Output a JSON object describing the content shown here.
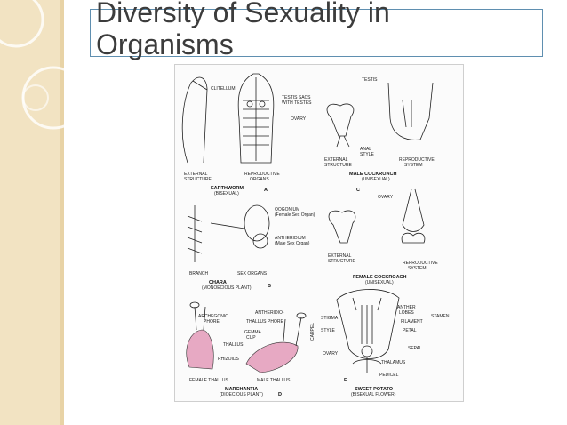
{
  "slide": {
    "title_line1": "Diversity of Sexuality in",
    "title_line2": "Organisms"
  },
  "colors": {
    "sidebar": "#f2e3c2",
    "title_border": "#5f8fb0",
    "title_text": "#3c3c3c",
    "thallus_pink": "#e7a9c3"
  },
  "figure": {
    "A": {
      "clitellum": "CLITELLUM",
      "testis_sacs1": "TESTIS SACS",
      "testis_sacs2": "WITH TESTES",
      "ovary": "OVARY",
      "ext1": "EXTERNAL",
      "ext2": "STRUCTURE",
      "rep1": "REPRODUCTIVE",
      "rep2": "ORGANS",
      "name": "EARTHWORM",
      "sub": "(BISEXUAL)",
      "letter": "A"
    },
    "B": {
      "oogonium": "OOGONIUM",
      "oogonium_sub": "(Female Sex Organ)",
      "antheridium": "ANTHERIDIUM",
      "antheridium_sub": "(Male Sex Organ)",
      "branch": "BRANCH",
      "sex_organs": "SEX ORGANS",
      "name": "CHARA",
      "sub": "(MONOECIOUS PLANT)",
      "letter": "B"
    },
    "C": {
      "testis": "TESTIS",
      "anal1": "ANAL",
      "anal2": "STYLE",
      "ext1": "EXTERNAL",
      "ext2": "STRUCTURE",
      "rep1": "REPRODUCTIVE",
      "rep2": "SYSTEM",
      "male": "MALE COCKROACH",
      "male_sub": "(UNISEXUAL)",
      "letter": "C",
      "ovary": "OVARY",
      "ext3": "EXTERNAL",
      "ext4": "STRUCTURE",
      "rep3": "REPRODUCTIVE",
      "rep4": "SYSTEM",
      "female": "FEMALE COCKROACH",
      "female_sub": "(UNISEXUAL)"
    },
    "D": {
      "arch1": "ARCHEGONIO",
      "arch2": "PHORE",
      "anth1": "ANTHERIDIO-",
      "anth2": "PHORE",
      "thallus1": "THALLUS",
      "gemma1": "GEMMA",
      "gemma2": "CUP",
      "thallus2": "THALLUS",
      "rhizoids": "RHIZOIDS",
      "female": "FEMALE THALLUS",
      "male": "MALE THALLUS",
      "name": "MARCHANTIA",
      "sub": "(DIOECIOUS PLANT)",
      "letter": "D"
    },
    "E": {
      "anther": "ANTHER",
      "lobes": "LOBES",
      "filament": "FILAMENT",
      "stamen": "STAMEN",
      "stigma": "STIGMA",
      "petal": "PETAL",
      "style": "STYLE",
      "carpel": "CARPEL",
      "sepal": "SEPAL",
      "ovary": "OVARY",
      "thalamus": "THALAMUS",
      "pedicel": "PEDICEL",
      "letter": "E",
      "name": "SWEET POTATO",
      "sub": "(BISEXUAL FLOWER)"
    }
  }
}
